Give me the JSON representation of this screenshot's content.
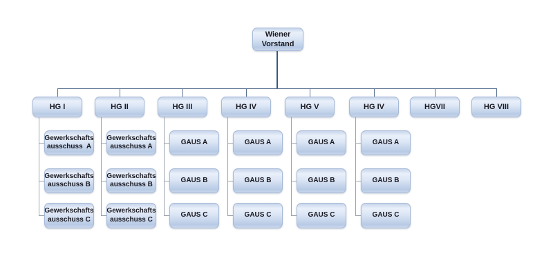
{
  "diagram": {
    "root": {
      "label": "Wiener Vorstand"
    },
    "columns": [
      {
        "label": "HG I",
        "children": [
          "Gewerkschafts ausschuss  A",
          "Gewerkschafts ausschuss B",
          "Gewerkschafts ausschuss C"
        ]
      },
      {
        "label": "HG II",
        "children": [
          "Gewerkschafts ausschuss A",
          "Gewerkschafts ausschuss B",
          "Gewerkschafts ausschuss C"
        ]
      },
      {
        "label": "HG III",
        "children": [
          "GAUS A",
          "GAUS B",
          "GAUS C"
        ]
      },
      {
        "label": "HG IV",
        "children": [
          "GAUS A",
          "GAUS B",
          "GAUS C"
        ]
      },
      {
        "label": "HG V",
        "children": [
          "GAUS A",
          "GAUS B",
          "GAUS C"
        ]
      },
      {
        "label": "HG IV",
        "children": [
          "GAUS A",
          "GAUS B",
          "GAUS C"
        ]
      },
      {
        "label": "HGVII",
        "children": []
      },
      {
        "label": "HG VIII",
        "children": []
      }
    ],
    "colors": {
      "node_fill_light": "#e9f0fa",
      "node_fill_dark": "#b7cae5",
      "node_border": "#a6b9d6",
      "trunk_connector": "#35597c",
      "branch_connector": "#9aa3ad",
      "label_text": "#181820"
    }
  }
}
